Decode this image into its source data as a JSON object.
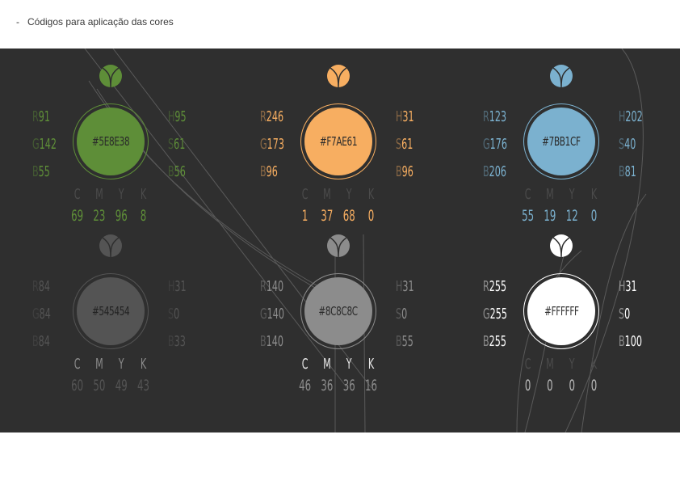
{
  "header": {
    "dash": "-",
    "title": "Códigos para aplicação das cores"
  },
  "labels": {
    "r": "R",
    "g": "G",
    "b": "B",
    "h": "H",
    "s": "S",
    "v": "B",
    "c": "C",
    "m": "M",
    "y": "Y",
    "k": "K"
  },
  "swatches": [
    {
      "hex": "#5E8E38",
      "color": "#5e8e38",
      "text_color": "#2a2a2a",
      "label_color": "#5e8e38",
      "cmyk_label_color": "#4b4b4b",
      "rgb": [
        "91",
        "142",
        "55"
      ],
      "hsb": [
        "95",
        "61",
        "56"
      ],
      "cmyk": [
        "69",
        "23",
        "96",
        "8"
      ]
    },
    {
      "hex": "#F7AE61",
      "color": "#f7ae61",
      "text_color": "#2a2a2a",
      "label_color": "#f7ae61",
      "cmyk_label_color": "#4b4b4b",
      "rgb": [
        "246",
        "173",
        "96"
      ],
      "hsb": [
        "31",
        "61",
        "96"
      ],
      "cmyk": [
        "1",
        "37",
        "68",
        "0"
      ]
    },
    {
      "hex": "#7BB1CF",
      "color": "#7bb1cf",
      "text_color": "#2a2a2a",
      "label_color": "#7bb1cf",
      "cmyk_label_color": "#4b4b4b",
      "rgb": [
        "123",
        "176",
        "206"
      ],
      "hsb": [
        "202",
        "40",
        "81"
      ],
      "cmyk": [
        "55",
        "19",
        "12",
        "0"
      ]
    },
    {
      "hex": "#545454",
      "color": "#545454",
      "text_color": "#222222",
      "label_color": "#545454",
      "cmyk_label_color": "#8a8a8a",
      "rgb": [
        "84",
        "84",
        "84"
      ],
      "hsb": [
        "31",
        "0",
        "33"
      ],
      "cmyk": [
        "60",
        "50",
        "49",
        "43"
      ]
    },
    {
      "hex": "#8C8C8C",
      "color": "#8c8c8c",
      "text_color": "#2a2a2a",
      "label_color": "#8c8c8c",
      "cmyk_label_color": "#e6e6e6",
      "rgb": [
        "140",
        "140",
        "140"
      ],
      "hsb": [
        "31",
        "0",
        "55"
      ],
      "cmyk": [
        "46",
        "36",
        "36",
        "16"
      ]
    },
    {
      "hex": "#FFFFFF",
      "color": "#ffffff",
      "text_color": "#333333",
      "label_color": "#ffffff",
      "cmyk_label_color": "#4b4b4b",
      "rgb": [
        "255",
        "255",
        "255"
      ],
      "hsb": [
        "31",
        "0",
        "100"
      ],
      "cmyk": [
        "0",
        "0",
        "0",
        "0"
      ]
    }
  ]
}
